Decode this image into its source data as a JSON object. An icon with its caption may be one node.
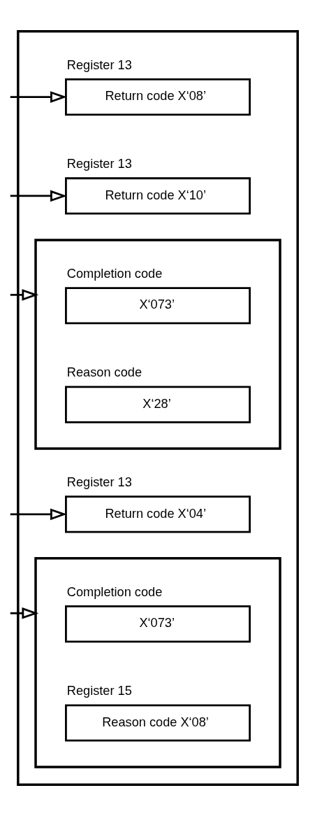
{
  "diagram": {
    "nodes": [
      {
        "text": [],
        "shape": "box"
      },
      {
        "text": [
          "Register 13",
          "Return code X‘08’"
        ],
        "in": 0
      },
      {
        "text": [
          "Register 13",
          "Return code X‘10’"
        ],
        "in": 0
      },
      {
        "text": [],
        "shape": "box",
        "in": 0
      },
      {
        "text": [
          "Completion code",
          "X‘073’"
        ],
        "in": 3
      },
      {
        "text": [
          "Reason code",
          "X‘28’"
        ],
        "in": 3
      },
      {
        "text": [
          "Register 13",
          "Return code X‘04’"
        ],
        "in": 0
      },
      {
        "text": [],
        "shape": "box",
        "in": 0
      },
      {
        "text": [
          "Completion code",
          "X‘073’"
        ],
        "in": 7
      },
      {
        "text": [
          "Register 15",
          "Reason code X‘08’"
        ],
        "in": 7
      }
    ],
    "edges": [
      {
        "from": null,
        "to": 1,
        "arrow": "to"
      },
      {
        "from": null,
        "to": 2,
        "arrow": "to"
      },
      {
        "from": null,
        "to": 3,
        "arrow": "to"
      },
      {
        "from": null,
        "to": 6,
        "arrow": "to"
      },
      {
        "from": null,
        "to": 7,
        "arrow": "to"
      }
    ]
  }
}
